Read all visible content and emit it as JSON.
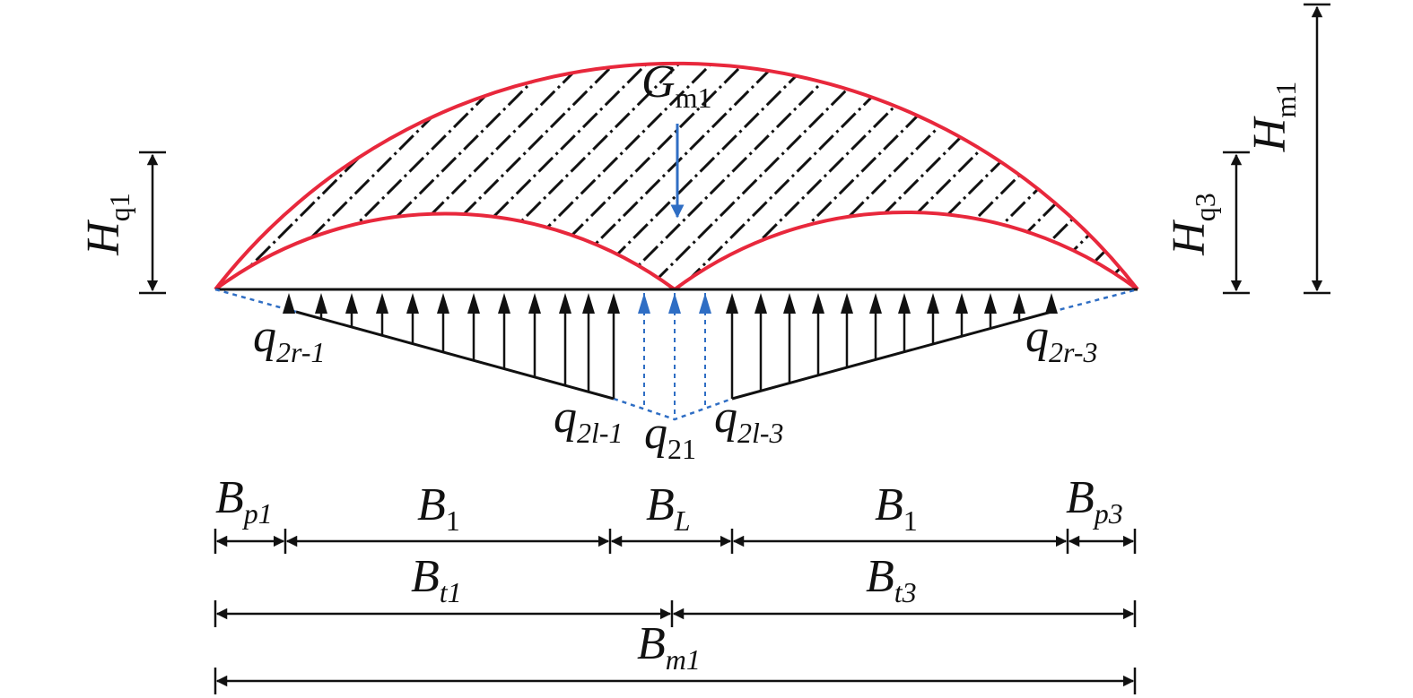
{
  "colors": {
    "arc": "#e8283c",
    "ink": "#111111",
    "blue": "#2f6ec4",
    "hatch": "#111111"
  },
  "labels": {
    "g": {
      "main": "G",
      "sub": "m1"
    },
    "hq1": {
      "main": "H",
      "sub": "q1"
    },
    "hq3": {
      "main": "H",
      "sub": "q3"
    },
    "hm1": {
      "main": "H",
      "sub": "m1"
    },
    "q2r1": {
      "main": "q",
      "sub": "2r-1"
    },
    "q2l1": {
      "main": "q",
      "sub": "2l-1"
    },
    "q21": {
      "main": "q",
      "sub": "21"
    },
    "q2l3": {
      "main": "q",
      "sub": "2l-3"
    },
    "q2r3": {
      "main": "q",
      "sub": "2r-3"
    },
    "bp1": {
      "main": "B",
      "sub": "p1"
    },
    "b1a": {
      "main": "B",
      "sub": "1"
    },
    "bl": {
      "main": "B",
      "sub": "L"
    },
    "b1b": {
      "main": "B",
      "sub": "1"
    },
    "bp3": {
      "main": "B",
      "sub": "p3"
    },
    "bt1": {
      "main": "B",
      "sub": "t1"
    },
    "bt3": {
      "main": "B",
      "sub": "t3"
    },
    "bm1": {
      "main": "B",
      "sub": "m1"
    }
  }
}
